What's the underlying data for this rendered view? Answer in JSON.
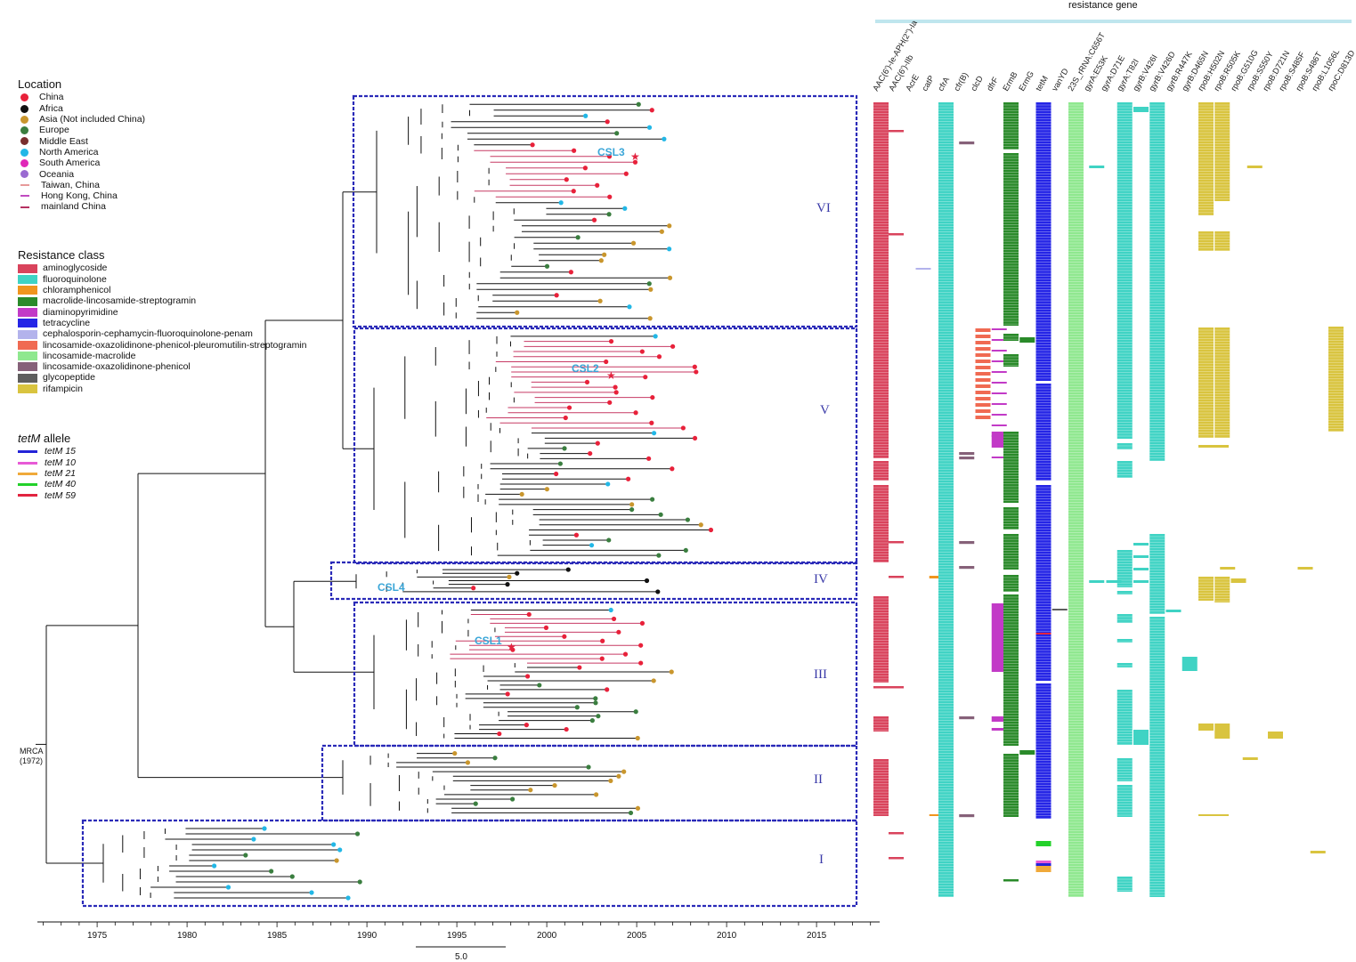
{
  "legend_location": {
    "title": "Location",
    "items": [
      {
        "label": "China",
        "color": "#e8213a",
        "kind": "dot"
      },
      {
        "label": "Africa",
        "color": "#111111",
        "kind": "dot"
      },
      {
        "label": "Asia (Not included China)",
        "color": "#c9962d",
        "kind": "dot"
      },
      {
        "label": "Europe",
        "color": "#3a7e3f",
        "kind": "dot"
      },
      {
        "label": "Middle East",
        "color": "#7a2e2e",
        "kind": "dot"
      },
      {
        "label": "North America",
        "color": "#22b7e6",
        "kind": "dot"
      },
      {
        "label": "South America",
        "color": "#e028b8",
        "kind": "dot"
      },
      {
        "label": "Oceania",
        "color": "#9a6bd1",
        "kind": "dot"
      },
      {
        "label": "Taiwan, China",
        "color": "#e79a9a",
        "kind": "dash"
      },
      {
        "label": "Hong Kong, China",
        "color": "#c04bc0",
        "kind": "dash"
      },
      {
        "label": "mainland China",
        "color": "#b53162",
        "kind": "dash"
      }
    ]
  },
  "legend_resistance": {
    "title": "Resistance class",
    "items": [
      {
        "label": "aminoglycoside",
        "color": "#d9435c"
      },
      {
        "label": "fluoroquinolone",
        "color": "#3fd3c4"
      },
      {
        "label": "chloramphenicol",
        "color": "#f0951e"
      },
      {
        "label": "macrolide-lincosamide-streptogramin",
        "color": "#2a8a2a"
      },
      {
        "label": "diaminopyrimidine",
        "color": "#c23ac7"
      },
      {
        "label": "tetracycline",
        "color": "#2525e6"
      },
      {
        "label": "cephalosporin-cephamycin-fluoroquinolone-penam",
        "color": "#b3b3ec"
      },
      {
        "label": "lincosamide-oxazolidinone-phenicol-pleuromutilin-streptogramin",
        "color": "#f06a52"
      },
      {
        "label": "lincosamide-macrolide",
        "color": "#8fe88f"
      },
      {
        "label": "lincosamide-oxazolidinone-phenicol",
        "color": "#866179"
      },
      {
        "label": "glycopeptide",
        "color": "#5e5e5e"
      },
      {
        "label": "rifampicin",
        "color": "#d9c43f"
      }
    ]
  },
  "legend_tetm": {
    "title": "tetM  allele",
    "items": [
      {
        "label": "tetM 15",
        "color": "#2424d8"
      },
      {
        "label": "tetM 10",
        "color": "#e75ad6"
      },
      {
        "label": "tetM 21",
        "color": "#f0a93a"
      },
      {
        "label": "tetM 40",
        "color": "#23d12a"
      },
      {
        "label": "tetM 59",
        "color": "#e22440"
      }
    ]
  },
  "resistance_title": "resistance  gene",
  "gene_columns": [
    {
      "label": "AAC(6')-Ie-APH(2'')-Ia",
      "color": "#d9435c"
    },
    {
      "label": "AAC(6')-IIb",
      "color": "#d9435c"
    },
    {
      "label": "AcrE",
      "color": "#b3b3ec"
    },
    {
      "label": "catP",
      "color": "#f0951e"
    },
    {
      "label": "cfrA",
      "color": "#3fd3c4"
    },
    {
      "label": "cfr(B)",
      "color": "#866179"
    },
    {
      "label": "clcD",
      "color": "#f06a52"
    },
    {
      "label": "dfrF",
      "color": "#c23ac7"
    },
    {
      "label": "ErmB",
      "color": "#2a8a2a"
    },
    {
      "label": "ErmG",
      "color": "#2a8a2a"
    },
    {
      "label": "tetM",
      "color": "#2525e6"
    },
    {
      "label": "vanYD",
      "color": "#5e5e5e"
    },
    {
      "label": "23S_rRNA:C656T",
      "color": "#8fe88f"
    },
    {
      "label": "gyrA:E53K",
      "color": "#3fd3c4"
    },
    {
      "label": "gyrA:D71E",
      "color": "#3fd3c4"
    },
    {
      "label": "gyrA:T82I",
      "color": "#3fd3c4"
    },
    {
      "label": "gyrB:V426I",
      "color": "#3fd3c4"
    },
    {
      "label": "gyrB:V426D",
      "color": "#3fd3c4"
    },
    {
      "label": "gyrB:R447K",
      "color": "#3fd3c4"
    },
    {
      "label": "gyrB:D465N",
      "color": "#3fd3c4"
    },
    {
      "label": "rpoB:H502N",
      "color": "#d9c43f"
    },
    {
      "label": "rpoB:R505K",
      "color": "#d9c43f"
    },
    {
      "label": "rpoB:G510G",
      "color": "#d9c43f"
    },
    {
      "label": "rpoB:S550Y",
      "color": "#d9c43f"
    },
    {
      "label": "rpoB:D721N",
      "color": "#d9c43f"
    },
    {
      "label": "rpoB:S485F",
      "color": "#d9c43f"
    },
    {
      "label": "rpoB:S486T",
      "color": "#d9c43f"
    },
    {
      "label": "rpoB:L1056L",
      "color": "#d9c43f"
    },
    {
      "label": "rpoC:D813D",
      "color": "#d9c43f"
    }
  ],
  "clades": [
    {
      "label": "VI"
    },
    {
      "label": "V"
    },
    {
      "label": "IV"
    },
    {
      "label": "III"
    },
    {
      "label": "II"
    },
    {
      "label": "I"
    }
  ],
  "csl_labels": [
    "CSL3",
    "CSL2",
    "CSL4",
    "CSL1"
  ],
  "mrca_label": "MRCA\n(1972)",
  "mrca_lines": [
    "MRCA",
    "(1972)"
  ],
  "time_axis": {
    "ticks": [
      "1975",
      "1980",
      "1985",
      "1990",
      "1995",
      "2000",
      "2005",
      "2010",
      "2015"
    ],
    "scale_label": "5.0"
  }
}
